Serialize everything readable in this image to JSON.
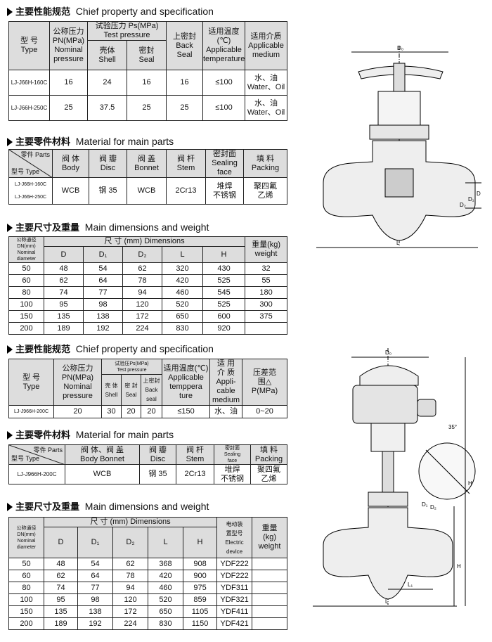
{
  "s1": {
    "title_cn": "主要性能规范",
    "title_en": "Chief property and specification",
    "h_type": [
      "型 号",
      "Type"
    ],
    "h_pn": [
      "公称压力",
      "PN(MPa)",
      "Nominal",
      "pressure"
    ],
    "h_test": [
      "试验压力 Ps(MPa)",
      "Test pressure"
    ],
    "h_shell": [
      "壳体",
      "Shell"
    ],
    "h_seal": [
      "密封",
      "Seal"
    ],
    "h_back": [
      "上密封",
      "Back",
      "Seal"
    ],
    "h_temp": [
      "适用温度(℃)",
      "Applicable",
      "temperature"
    ],
    "h_medium": [
      "适用介质",
      "Applicable",
      "medium"
    ],
    "rows": [
      {
        "type": "LJ-J66H-160C",
        "pn": "16",
        "shell": "24",
        "seal": "16",
        "back": "16",
        "temp": "≤100",
        "med1": "水、油",
        "med2": "Water、Oil"
      },
      {
        "type": "LJ-J66H-250C",
        "pn": "25",
        "shell": "37.5",
        "seal": "25",
        "back": "25",
        "temp": "≤100",
        "med1": "水、油",
        "med2": "Water、Oil"
      }
    ]
  },
  "s2": {
    "title_cn": "主要零件材料",
    "title_en": "Material for main parts",
    "corner_tr": "零件 Parts",
    "corner_bl": "型号 Type",
    "h": [
      [
        "阀 体",
        "Body"
      ],
      [
        "阀 瓣",
        "Disc"
      ],
      [
        "阀 盖",
        "Bonnet"
      ],
      [
        "阀 杆",
        "Stem"
      ],
      [
        "密封面",
        "Sealing",
        "face"
      ],
      [
        "填 料",
        "Packing"
      ]
    ],
    "types": [
      "LJ-J66H-160C",
      "LJ-J66H-250C"
    ],
    "vals": [
      "WCB",
      "钢 35",
      "WCB",
      "2Cr13",
      "堆焊\n不锈钢",
      "聚四氟\n乙烯"
    ]
  },
  "s3": {
    "title_cn": "主要尺寸及重量",
    "title_en": "Main dimensions and weight",
    "h_dn": [
      "公称通径",
      "DN(mm)",
      "Nominal",
      "diameter"
    ],
    "h_size": "尺 寸 (mm) Dimensions",
    "h_weight": [
      "重量(kg)",
      "weight"
    ],
    "cols": [
      "D",
      "D₁",
      "D₂",
      "L",
      "H"
    ],
    "rows": [
      [
        "50",
        "48",
        "54",
        "62",
        "320",
        "430",
        "32"
      ],
      [
        "60",
        "62",
        "64",
        "78",
        "420",
        "525",
        "55"
      ],
      [
        "80",
        "74",
        "77",
        "94",
        "460",
        "545",
        "180"
      ],
      [
        "100",
        "95",
        "98",
        "120",
        "520",
        "525",
        "300"
      ],
      [
        "150",
        "135",
        "138",
        "172",
        "650",
        "600",
        "375"
      ],
      [
        "200",
        "189",
        "192",
        "224",
        "830",
        "920",
        ""
      ]
    ]
  },
  "s4": {
    "title_cn": "主要性能规范",
    "title_en": "Chief property and specification",
    "h_type": [
      "型 号",
      "Type"
    ],
    "h_pn": [
      "公称压力",
      "PN(MPa)",
      "Nominal",
      "pressure"
    ],
    "h_test": [
      "试验压Ps(MPa)",
      "Test pressure"
    ],
    "h_shell": [
      "壳 体",
      "Shell"
    ],
    "h_seal": [
      "密 封",
      "Seal"
    ],
    "h_back": [
      "上密封",
      "Back",
      "seal"
    ],
    "h_temp": [
      "适用温度(℃)",
      "Applicable",
      "temppera",
      "ture"
    ],
    "h_medium": [
      "适 用",
      "介 质",
      "Appli-",
      "cable",
      "medium"
    ],
    "h_diff": [
      "压差范",
      "围△",
      "P(MPa)"
    ],
    "row": {
      "type": "LJ-J966H-200C",
      "pn": "20",
      "shell": "30",
      "seal": "20",
      "back": "20",
      "temp": "≤150",
      "medium": "水、油",
      "diff": "0~20"
    }
  },
  "s5": {
    "title_cn": "主要零件材料",
    "title_en": "Material for main parts",
    "corner_tr": "零件 Parts",
    "corner_bl": "型号 Type",
    "h": [
      [
        "阀 体、阀 盖",
        "Body  Bonnet"
      ],
      [
        "阀 瓣",
        "Disc"
      ],
      [
        "阀 杆",
        "Stem"
      ],
      [
        "密封面",
        "Sealing",
        "face"
      ],
      [
        "填 料",
        "Packing"
      ]
    ],
    "type": "LJ-J966H-200C",
    "vals": [
      "WCB",
      "钢 35",
      "2Cr13",
      "堆焊\n不锈钢",
      "聚四氟\n乙烯"
    ]
  },
  "s6": {
    "title_cn": "主要尺寸及重量",
    "title_en": "Main dimensions and weight",
    "h_dn": [
      "公称通径",
      "DN(mm)",
      "Nominal",
      "diameter"
    ],
    "h_size": "尺 寸  (mm) Dimensions",
    "h_dev": [
      "电动装",
      "置型号",
      "Electric",
      "device"
    ],
    "h_weight": [
      "重量",
      "(kg)",
      "weight"
    ],
    "cols": [
      "D",
      "D₁",
      "D₂",
      "L",
      "H"
    ],
    "rows": [
      [
        "50",
        "48",
        "54",
        "62",
        "368",
        "908",
        "YDF222",
        ""
      ],
      [
        "60",
        "62",
        "64",
        "78",
        "420",
        "900",
        "YDF222",
        ""
      ],
      [
        "80",
        "74",
        "77",
        "94",
        "460",
        "975",
        "YDF311",
        ""
      ],
      [
        "100",
        "95",
        "98",
        "120",
        "520",
        "859",
        "YDF321",
        ""
      ],
      [
        "150",
        "135",
        "138",
        "172",
        "650",
        "1105",
        "YDF411",
        ""
      ],
      [
        "200",
        "189",
        "192",
        "224",
        "830",
        "1150",
        "YDF421",
        ""
      ]
    ]
  },
  "drawing_labels": {
    "d0": "D₀",
    "d": "D",
    "d1": "D₁",
    "d2": "D₂",
    "h": "H",
    "l": "L",
    "l1": "L₁",
    "angle": "35°"
  }
}
